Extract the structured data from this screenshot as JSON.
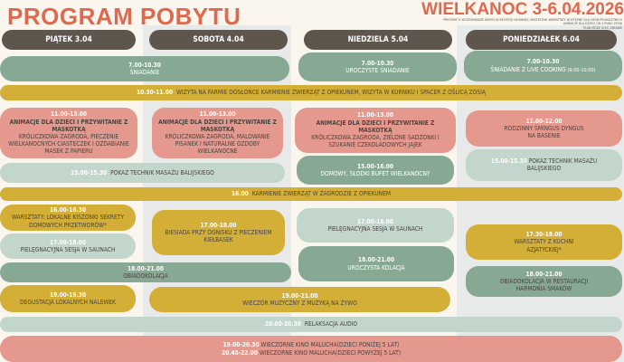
{
  "title": "PROGRAM POBYTU",
  "subtitle": "WIELKANOC 3-6.04.2026",
  "notes": [
    "*PROSIMY O WCZEŚNIEJSZE ZAPISY W RECEPCJI GŁÓWNEJ / WSZYSTKIE WARSZTATY DOSTĘPNE DLA OSÓB PEŁNOLETNICH",
    "ANIMACJE DLA DZIECI OD 4 ROKU ŻYCIA",
    "PLAN MOŻE ULEC ZMIANIE"
  ],
  "colors": {
    "accent": "#dc6a50",
    "header": "#5e554c",
    "green": "#87a993",
    "light_green": "#c3d6cc",
    "pink": "#e4988e",
    "yellow": "#d4af37"
  },
  "days": [
    "PIĄTEK 3.04",
    "SOBOTA 4.04",
    "NIEDZIELA 5.04",
    "PONIEDZIAŁEK 6.04"
  ],
  "events": {
    "breakfast_fri_sat": {
      "time": "7.00-10.30",
      "desc": "ŚNIADANIE"
    },
    "breakfast_sun": {
      "time": "7.00-10.30",
      "desc": "UROCZYSTE ŚNIADANIE"
    },
    "breakfast_mon": {
      "time": "7.00-10.30",
      "desc": "ŚNIADANIE   Z LIVE COOKING",
      "extra": "(9.00-10.00)"
    },
    "farm": {
      "time": "10.30-11.00",
      "desc": "WIZYTA NA FARMIE DOSŁOŃCE KARMIENIE ZWIERZĄT Z OPIEKUNEM, WIZYTA W KURNIKU I SPACER Z OŚLICĄ ZOSIĄ"
    },
    "anim_fri": {
      "time": "11.00-13.00",
      "title": "ANIMACJE DLA DZIECI I PRZYWITANIE Z MASKOTKĄ",
      "desc": "KRÓLICZKOWA ZAGRODA, PIECZENIE WIELKANOCNYCH CIASTECZEK I OZDABIANIE MASEK Z PAPIERU"
    },
    "anim_sat": {
      "time": "11.00-13.00",
      "title": "ANIMACJE DLA DZIECI I PRZYWITANIE Z MASKOTKĄ",
      "desc": "KRÓLICZKOWA ZAGRODA, MALOWANIE PISANEK I NATURALNE OZDOBY WIELKANOCNE"
    },
    "anim_sun": {
      "time": "11.00-13.00",
      "title": "ANIMACJE DLA DZIECI I PRZYWITANIE Z MASKOTKĄ",
      "desc": "KRÓLICZKOWA ZAGRODA, ZIELONE SADZONKI I SZUKANIE CZEKOLADOWYCH JAJEK"
    },
    "smingus": {
      "time": "11.00-12.00",
      "desc": "RODZINNY ŚMINGUS DYNGUS NA BASENIE"
    },
    "massage_fri_sat": {
      "time": "15.00-15.30",
      "desc": "POKAZ TECHNIK MASAŻU BALIJSKIEGO"
    },
    "buffet_sun": {
      "time": "15.00-16.00",
      "desc": "DOMOWY, SŁODKI BUFET WIELKANOCNY"
    },
    "massage_mon": {
      "time": "15.00-15.30",
      "desc": "POKAZ TECHNIK MASAŻU BALIJSKIEGO"
    },
    "feeding": {
      "time": "16.00",
      "desc": "KARMIENIE ZWIERZĄT W ZAGRODZIE Z OPIEKUNEM"
    },
    "pickles_fri": {
      "time": "16.00-16.30",
      "desc": "WARSZTATY: LOKALNE KISZONKI SEKRETY DOMOWYCH PRZETWORÓW*"
    },
    "sauna_fri": {
      "time": "17.00-18.00",
      "desc": "PIELĘGNACYJNA SESJA W SAUNACH"
    },
    "bonfire_sat": {
      "time": "17.00-18.00",
      "desc": "BIESIADA PRZY OGNISKU Z PIECZENIEM KIEŁBASEK"
    },
    "sauna_sun": {
      "time": "17.00-18.00",
      "desc": "PIELĘGNACYJNA SESJA W SAUNACH"
    },
    "asian_mon": {
      "time": "17.30-18.00",
      "desc": "WARSZTATY Z KUCHNI AZJATYCKIEJ*"
    },
    "dinner_fri_sat": {
      "time": "18.00-21.00",
      "desc": "OBIADOKOLACJA"
    },
    "dinner_sun": {
      "time": "18.00-21.00",
      "desc": "UROCZYSTA KOLACJA"
    },
    "dinner_mon": {
      "time": "18.00-21.00",
      "desc": "OBIADOKOLACJA W RESTAURACJI HARMONIA SMAKÓW"
    },
    "liqueur_fri": {
      "time": "19.00-19.30",
      "desc": "DEGUSTACJA LOKALNYCH NALEWEK"
    },
    "music": {
      "time": "19.00-21.00",
      "desc": "WIECZÓR MUZYCZNY Z MUZYKĄ NA ŻYWO"
    },
    "relax": {
      "time": "20.00-20.30",
      "desc": "RELAKSACJA AUDIO"
    },
    "cinema1": {
      "time": "19.00-20.30",
      "desc": "WIECZORNE KINO MALUCHA(DZIECI PONIŻEJ 5 LAT)"
    },
    "cinema2": {
      "time": "20.45-22.00",
      "desc": "WIECZORNE KINO MALUCHA(DZIECI POWYŻEJ 5 LAT)"
    }
  }
}
